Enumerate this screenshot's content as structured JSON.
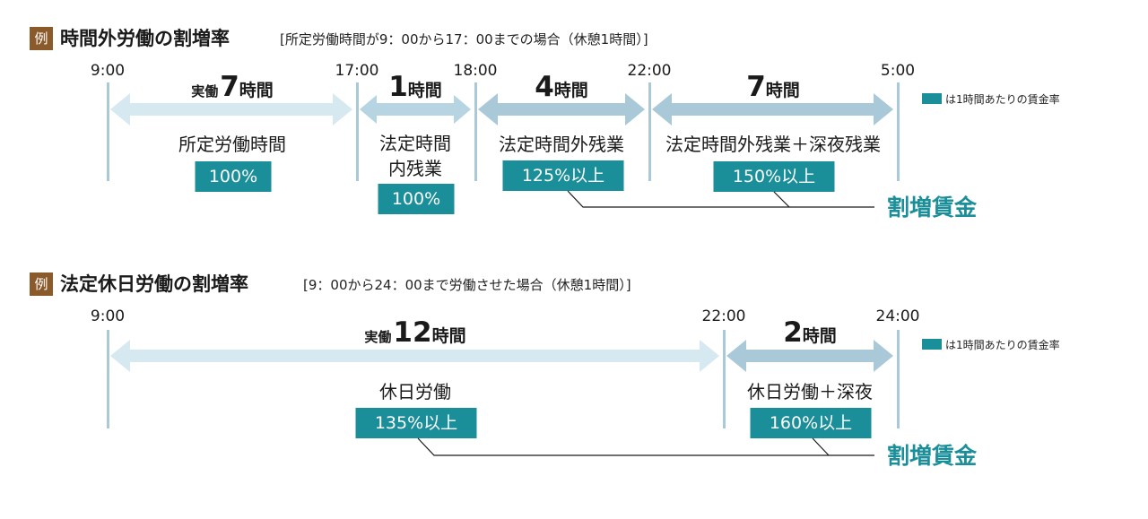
{
  "colors": {
    "tag": "#8a5a2b",
    "accent": "#1a8e99",
    "arrow_light": "#d6e8f0",
    "arrow_dark": "#a9c9d8",
    "tick": "#a9c9d8"
  },
  "section1": {
    "tag": "例",
    "title": "時間外労働の割増率",
    "subtitle": "[所定労働時間が9：00から17：00までの場合（休憩1時間）]",
    "times": [
      "9:00",
      "17:00",
      "18:00",
      "22:00",
      "5:00"
    ],
    "durations": [
      {
        "prefix": "実働",
        "number": "7",
        "unit": "時間"
      },
      {
        "prefix": "",
        "number": "1",
        "unit": "時間"
      },
      {
        "prefix": "",
        "number": "4",
        "unit": "時間"
      },
      {
        "prefix": "",
        "number": "7",
        "unit": "時間"
      }
    ],
    "labels": [
      "所定労働時間",
      "法定時間\n内残業",
      "法定時間外残業",
      "法定時間外残業＋深夜残業"
    ],
    "rates": [
      "100%",
      "100%",
      "125%以上",
      "150%以上"
    ],
    "premium_label": "割増賃金",
    "legend": "は1時間あたりの賃金率"
  },
  "section2": {
    "tag": "例",
    "title": "法定休日労働の割増率",
    "subtitle": "[9：00から24：00まで労働させた場合（休憩1時間）]",
    "times": [
      "9:00",
      "22:00",
      "24:00"
    ],
    "durations": [
      {
        "prefix": "実働",
        "number": "12",
        "unit": "時間"
      },
      {
        "prefix": "",
        "number": "2",
        "unit": "時間"
      }
    ],
    "labels": [
      "休日労働",
      "休日労働＋深夜"
    ],
    "rates": [
      "135%以上",
      "160%以上"
    ],
    "premium_label": "割増賃金",
    "legend": "は1時間あたりの賃金率"
  }
}
